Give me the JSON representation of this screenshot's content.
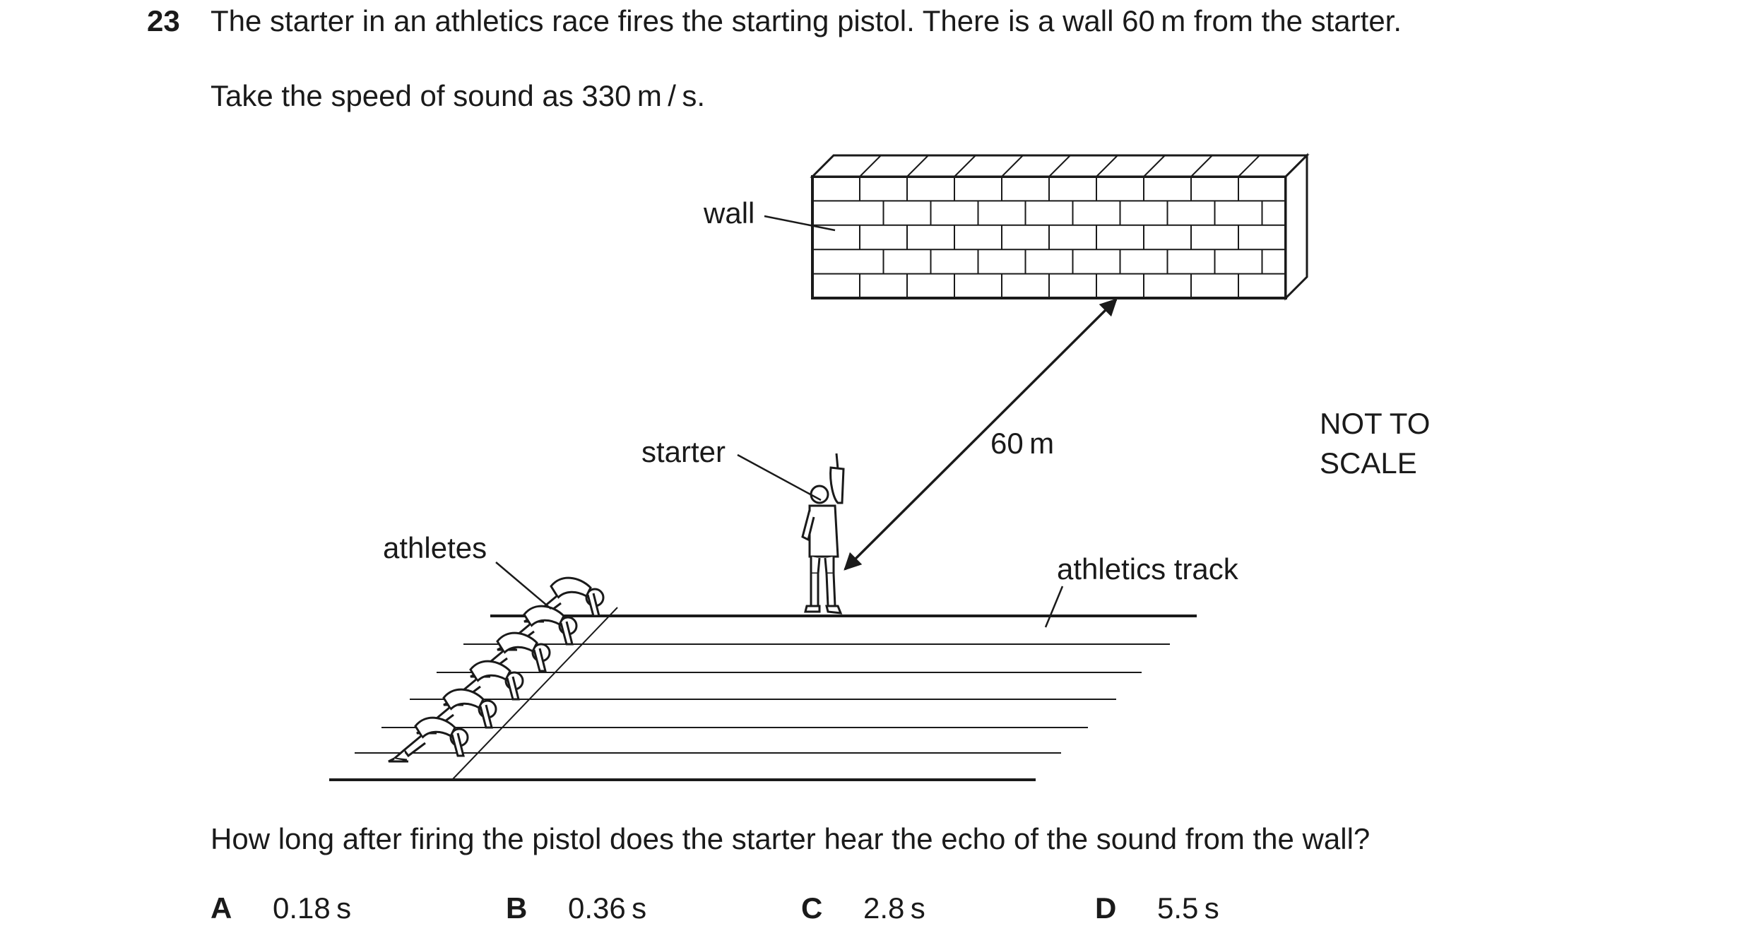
{
  "question": {
    "number": "23",
    "stem": "The starter in an athletics race fires the starting pistol. There is a wall 60 m from the starter.",
    "given": "Take the speed of sound as 330 m / s.",
    "prompt": "How long after firing the pistol does the starter hear the echo of the sound from the wall?"
  },
  "diagram": {
    "wall_label": "wall",
    "starter_label": "starter",
    "athletes_label": "athletes",
    "distance_label": "60 m",
    "track_label": "athletics track",
    "scale_note_line1": "NOT TO",
    "scale_note_line2": "SCALE"
  },
  "options": [
    {
      "letter": "A",
      "value": "0.18 s"
    },
    {
      "letter": "B",
      "value": "0.36 s"
    },
    {
      "letter": "C",
      "value": "2.8 s"
    },
    {
      "letter": "D",
      "value": "5.5 s"
    }
  ]
}
